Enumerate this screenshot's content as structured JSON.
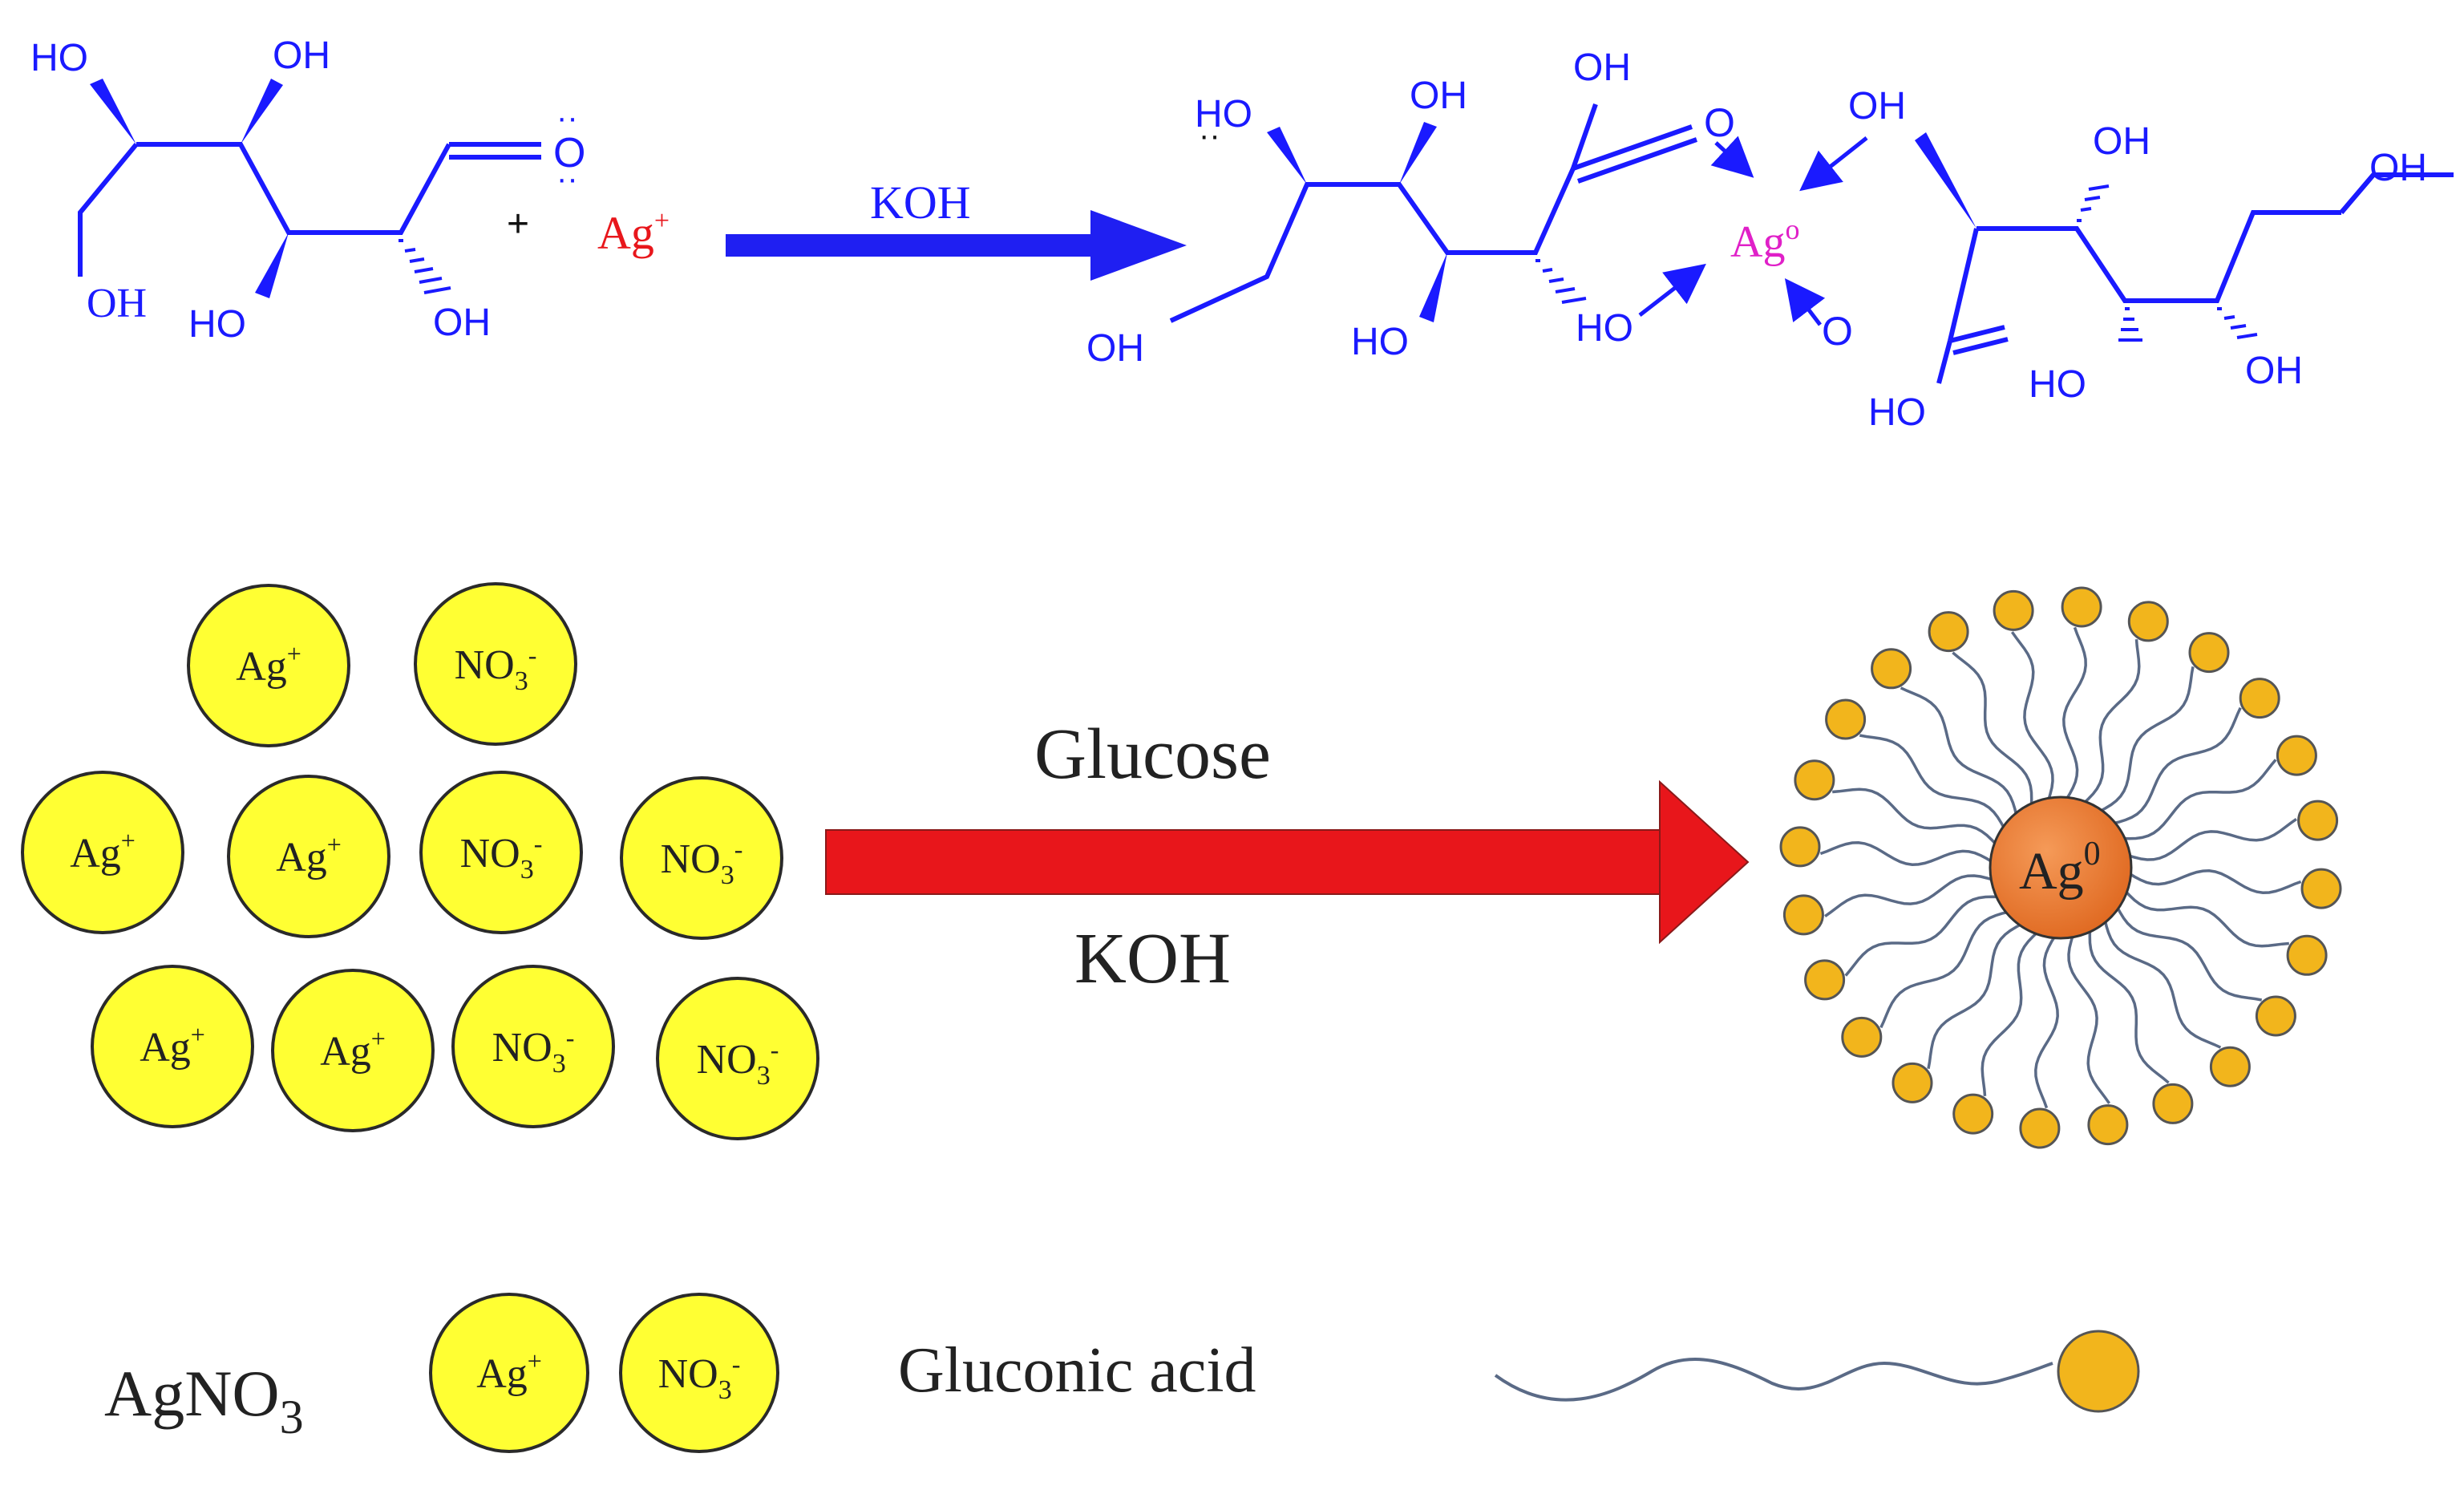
{
  "colors": {
    "chem_blue": "#1a1aff",
    "ag_ion_red": "#e8161b",
    "ag0_magenta": "#e020c8",
    "ion_fill": "#ffff33",
    "ion_stroke": "#2a2a2a",
    "reaction_arrow_blue": "#1f1ff2",
    "big_arrow_red": "#e8161b",
    "ag_core_orange": "#e8722a",
    "ligand_head": "#f2b51c",
    "ligand_tail": "#5a6a86"
  },
  "icons": {
    "ion_bubble": "circle",
    "nanoparticle": "sphere-with-ligands",
    "gluconic_acid_ligand": "wavy-line-with-ball"
  },
  "scheme": {
    "glucose": {
      "oh_labels": [
        "HO",
        "OH",
        "OH",
        "HO",
        "OH"
      ],
      "carbonyl_o": "O",
      "lone_pair": "··"
    },
    "plus": "+",
    "ag_ion": "Ag",
    "ag_ion_sup": "+",
    "arrow_label": "KOH",
    "complex": {
      "left_oh_labels": [
        "HO",
        "OH",
        "HO",
        "OH"
      ],
      "left_acid_oh": "OH",
      "left_acid_o": "O",
      "lone_pair": "··",
      "central_metal": "Ag",
      "central_metal_sup": "o",
      "bridge_labels": [
        "OH",
        "HO",
        "O",
        "O"
      ],
      "right_oh_labels": [
        "OH",
        "OH",
        "HO",
        "OH",
        "HO"
      ]
    }
  },
  "cartoon": {
    "ag_ion_label": "Ag",
    "ag_ion_sup": "+",
    "nitrate_label": "NO",
    "nitrate_sub": "3",
    "nitrate_sup": "-",
    "arrow_top_label": "Glucose",
    "arrow_bottom_label": "KOH",
    "core_label": "Ag",
    "core_sup": "0",
    "ligand_count": 24
  },
  "legend": {
    "agno3_label": "AgNO",
    "agno3_sub": "3",
    "gluconic_label": "Gluconic acid"
  }
}
